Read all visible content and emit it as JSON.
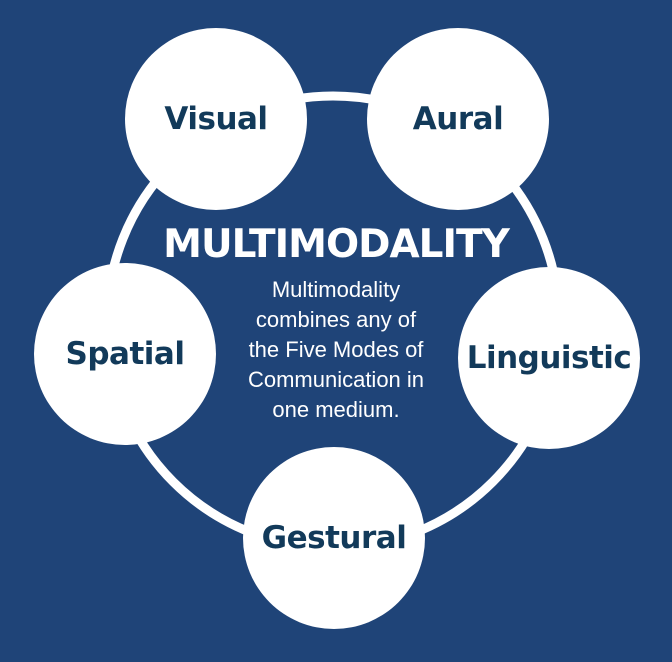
{
  "diagram": {
    "title": "MULTIMODALITY",
    "description_lines": [
      "Multimodality",
      "combines any of",
      "the Five Modes of",
      "Communication in",
      "one medium."
    ],
    "modes": {
      "visual": "Visual",
      "aural": "Aural",
      "spatial": "Spatial",
      "linguistic": "Linguistic",
      "gestural": "Gestural"
    }
  },
  "colors": {
    "background": "#1f4478",
    "node_fill": "#ffffff",
    "node_text": "#123a5a",
    "ring": "#ffffff"
  }
}
